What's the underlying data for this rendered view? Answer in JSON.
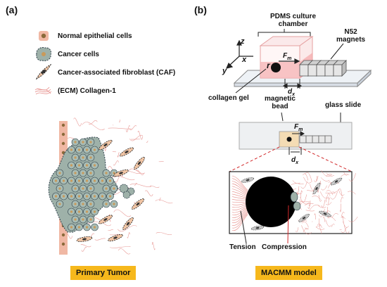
{
  "panel_a": {
    "label": "(a)",
    "legend": [
      {
        "icon": "normal-epithelial-cell-icon",
        "text": "Normal epithelial cells"
      },
      {
        "icon": "cancer-cell-icon",
        "text": "Cancer cells"
      },
      {
        "icon": "caf-icon",
        "text": "Cancer-associated fibroblast (CAF)"
      },
      {
        "icon": "collagen-icon",
        "text": "(ECM) Collagen-1"
      }
    ],
    "caption": "Primary Tumor"
  },
  "panel_b": {
    "label": "(b)",
    "pdms_label": "PDMS culture\nchamber",
    "magnets_label": "N52\nmagnets",
    "axis_z": "z",
    "axis_x": "x",
    "axis_y": "y",
    "r_label": "r",
    "fm_label": "Fm",
    "dx_label": "dx",
    "collagen_gel_label": "collagen gel",
    "magnetic_bead_label": "magnetic\nbead",
    "glass_slide_label": "glass slide",
    "tension_label": "Tension",
    "compression_label": "Compression",
    "caption": "MACMM model"
  },
  "colors": {
    "caption_bg": "#f6b81c",
    "epithelial_fill": "#f0b8a4",
    "cancer_fill": "#9eb1a9",
    "collagen_stroke": "#e58a86",
    "red_line": "#d2292b"
  }
}
